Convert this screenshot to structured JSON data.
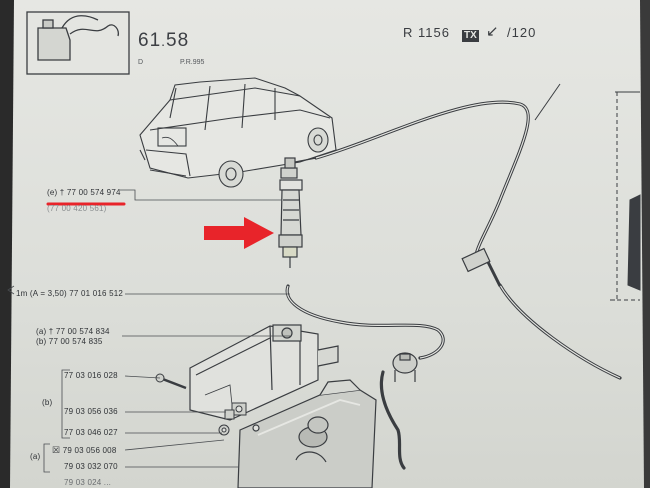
{
  "header": {
    "page_number": "61",
    "page_sub": "58",
    "sub_left": "D",
    "sub_ref": "P.R.995",
    "model": "R 1156",
    "badge": "TX",
    "suffix": "/120"
  },
  "parts": {
    "pump_ref": "(e) † 77 00 574 974",
    "pump_ref_under": "(77 00 420 561)",
    "hose": "1m (A = 3,50) 77 01 016 512",
    "bracket_a": "(a) † 77 00 574 834",
    "bracket_b": "(b) 77 00 574 835",
    "group_b_label": "(b)",
    "group_a_label": "(a)",
    "screw_1": "77 03 016 028",
    "nut_1": "79 03 056 036",
    "washer_1": "77 03 046 027",
    "nut_2": "79 03 056 008",
    "washer_2": "79 03 032 070",
    "bottom_cut": "79 03 024 ..."
  },
  "colors": {
    "marker": "#e8242a",
    "ink": "#2f3236",
    "paper": "#e2e3df"
  }
}
